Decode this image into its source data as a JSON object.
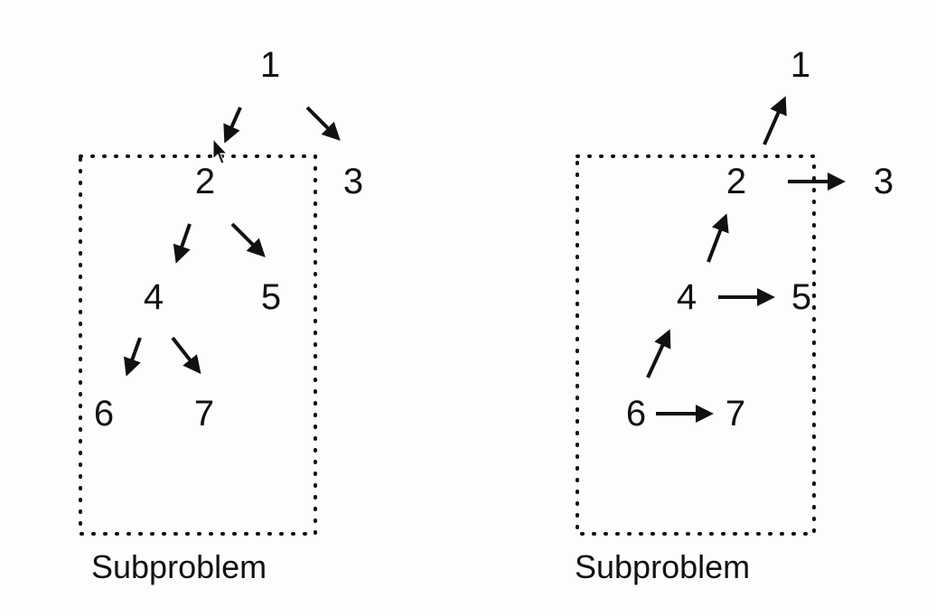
{
  "left_panel": {
    "caption": "Subproblem",
    "nodes": {
      "n1": "1",
      "n2": "2",
      "n3": "3",
      "n4": "4",
      "n5": "5",
      "n6": "6",
      "n7": "7"
    }
  },
  "right_panel": {
    "caption": "Subproblem",
    "nodes": {
      "n1": "1",
      "n2": "2",
      "n3": "3",
      "n4": "4",
      "n5": "5",
      "n6": "6",
      "n7": "7"
    }
  },
  "colors": {
    "ink": "#111111",
    "background": "#fdfdfd"
  }
}
